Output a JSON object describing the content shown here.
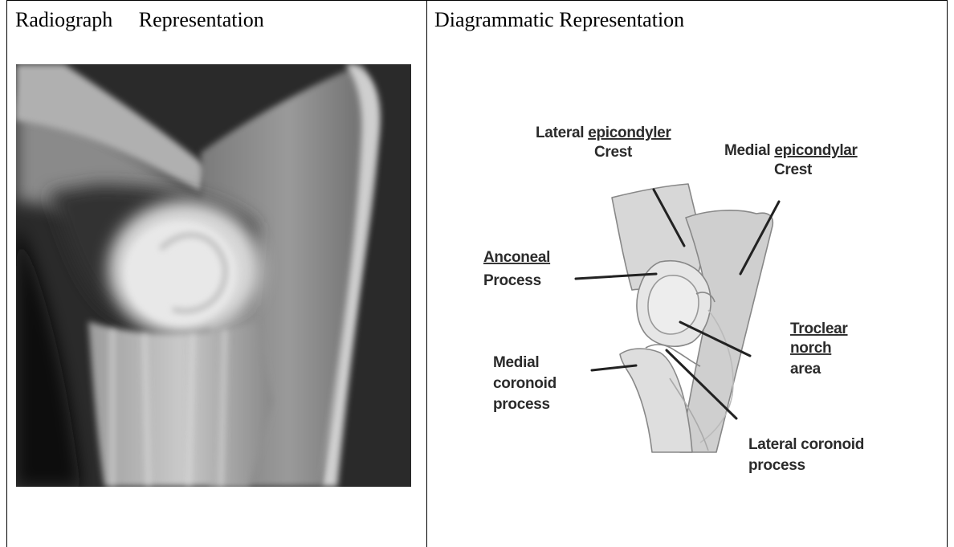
{
  "left_cell": {
    "heading": "Radiograph     Representation"
  },
  "right_cell": {
    "heading": "Diagrammatic Representation"
  },
  "diagram_labels": {
    "lateral_epicondyler": {
      "line1_word1": "Lateral",
      "line1_word2": "epicondyler",
      "line2": "Crest"
    },
    "medial_epicondylar": {
      "line1_word1": "Medial",
      "line1_word2": "epicondylar",
      "line2": "Crest"
    },
    "anconeal": {
      "line1": "Anconeal",
      "line2": "Process"
    },
    "troclear": {
      "line1": "Troclear",
      "line2": "norch",
      "line3": "area"
    },
    "medial_coronoid": {
      "line1": "Medial",
      "line2": "coronoid",
      "line3": "process"
    },
    "lateral_coronoid": {
      "line1": "Lateral coronoid",
      "line2": "process"
    }
  }
}
